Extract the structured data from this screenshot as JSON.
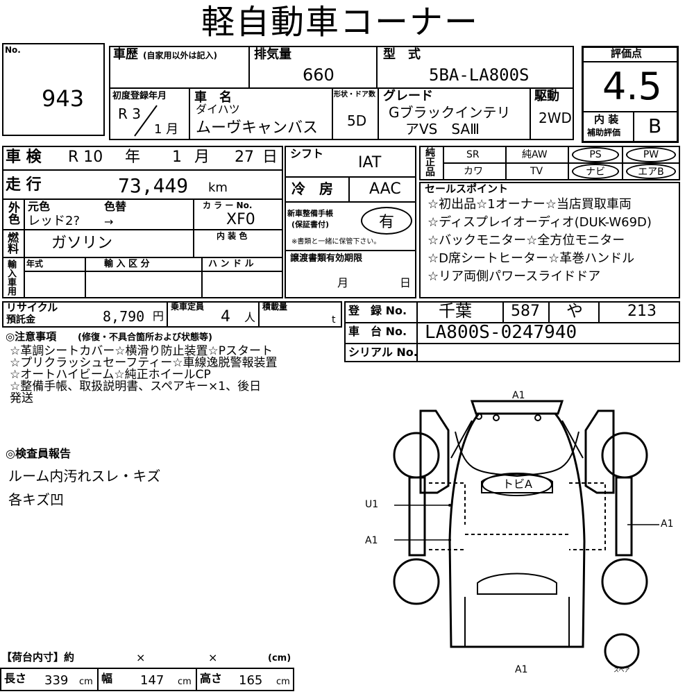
{
  "title": "軽自動車コーナー",
  "lot": {
    "label": "No.",
    "value": "943"
  },
  "history": {
    "label": "車歴",
    "note": "(自家用以外は記入)"
  },
  "displacement": {
    "label": "排気量",
    "value": "660"
  },
  "model": {
    "label": "型　式",
    "value": "5BA-LA800S"
  },
  "score": {
    "label": "評価点",
    "value": "4.5",
    "interior_label1": "内 装",
    "interior_label2": "補助評価",
    "interior_value": "B"
  },
  "first_reg": {
    "label": "初度登録年月",
    "era": "R 3",
    "month": "1 月"
  },
  "car_name": {
    "label": "車　名",
    "maker": "ダイハツ",
    "name": "ムーヴキャンバス"
  },
  "body": {
    "label": "形状・ドア数",
    "value": "5D"
  },
  "grade": {
    "label": "グレード",
    "line1": "Gブラックインテリ",
    "line2": "アVS　SAⅢ"
  },
  "drive": {
    "label": "駆動",
    "value": "2WD"
  },
  "inspection": {
    "label": "車 検",
    "era": "R 10",
    "year_unit": "年",
    "month": "1",
    "month_unit": "月",
    "day": "27",
    "day_unit": "日"
  },
  "shift": {
    "label": "シフト",
    "value": "IAT"
  },
  "equipment": {
    "label": "純正品",
    "items": [
      "SR",
      "純AW",
      "PS",
      "PW",
      "カワ",
      "TV",
      "ナビ",
      "エアB"
    ]
  },
  "mileage": {
    "label": "走 行",
    "value": "73,449",
    "unit": "km"
  },
  "aircon": {
    "label": "冷　房",
    "value": "AAC"
  },
  "color": {
    "side_label": "外色",
    "orig_label": "元色",
    "change_label": "色替",
    "value": "レッド2?",
    "arrow": "→",
    "code_label": "カ ラ ー No.",
    "code": "XF0"
  },
  "record_book": {
    "label1": "新車整備手帳",
    "label2": "(保証書付)",
    "value": "有",
    "note": "※書類と一緒に保管下さい。"
  },
  "fuel": {
    "label": "燃料",
    "value": "ガソリン",
    "interior_label": "内 装 色"
  },
  "import": {
    "label": "輸入車用",
    "year_label": "年式",
    "class_label": "輸 入 区 分",
    "handle_label": "ハ ン ド ル"
  },
  "transfer": {
    "label": "譲渡書類有効期限",
    "month_unit": "月",
    "day_unit": "日"
  },
  "sales_points": {
    "label": "セールスポイント",
    "lines": [
      "☆初出品☆1オーナー☆当店買取車両",
      "☆ディスプレイオーディオ(DUK-W69D)",
      "☆バックモニター☆全方位モニター",
      "☆D席シートヒーター☆革巻ハンドル",
      "☆リア両側パワースライドドア"
    ]
  },
  "recycle": {
    "label1": "リサイクル",
    "label2": "預託金",
    "value": "8,790",
    "unit": "円"
  },
  "capacity": {
    "label": "乗車定員",
    "value": "4",
    "unit": "人"
  },
  "load": {
    "label": "積載量",
    "unit": "t"
  },
  "registration": {
    "label": "登　録 No.",
    "place": "千葉",
    "class": "587",
    "kana": "や",
    "number": "213"
  },
  "chassis": {
    "label": "車　台 No.",
    "value": "LA800S-0247940"
  },
  "serial": {
    "label": "シリアル No."
  },
  "notes": {
    "label": "◎注意事項",
    "sub": "(修復・不具合箇所および状態等)",
    "lines": [
      "☆革調シートカバー☆横滑り防止装置☆Pスタート",
      "☆プリクラッシュセーフティー☆車線逸脱警報装置",
      "☆オートハイビーム☆純正ホイールCP",
      "☆整備手帳、取扱説明書、スペアキー×1、後日",
      "発送"
    ]
  },
  "inspector": {
    "label": "◎検査員報告",
    "lines": [
      "ルーム内汚れスレ・キズ",
      "各キズ凹"
    ]
  },
  "diagram": {
    "front": "A1",
    "rear": "A1",
    "left_upper": "U1",
    "left_lower": "A1",
    "right": "A1",
    "roof": "トビA",
    "spare": "スペア"
  },
  "cargo": {
    "label": "【荷台内寸】約",
    "x1": "×",
    "x2": "×",
    "unit": "(cm)",
    "length_label": "長さ",
    "length": "339",
    "width_label": "幅",
    "width": "147",
    "height_label": "高さ",
    "height": "165",
    "cm": "cm"
  }
}
